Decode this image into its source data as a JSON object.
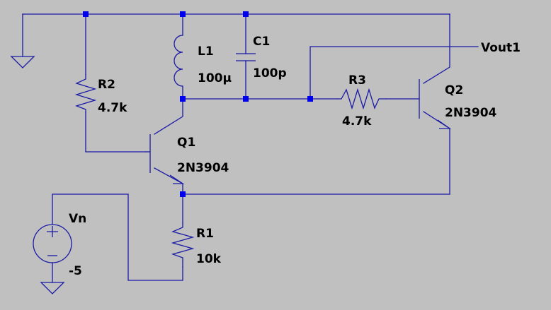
{
  "schematic": {
    "components": {
      "L1": {
        "ref": "L1",
        "value": "100µ"
      },
      "C1": {
        "ref": "C1",
        "value": "100p"
      },
      "R2": {
        "ref": "R2",
        "value": "4.7k"
      },
      "R3": {
        "ref": "R3",
        "value": "4.7k"
      },
      "R1": {
        "ref": "R1",
        "value": "10k"
      },
      "Q1": {
        "ref": "Q1",
        "value": "2N3904"
      },
      "Q2": {
        "ref": "Q2",
        "value": "2N3904"
      },
      "Vn": {
        "ref": "Vn",
        "value": "-5"
      }
    },
    "net_labels": {
      "vout": "Vout1"
    }
  },
  "colors": {
    "background": "#c0c0c0",
    "wire": "#1a1aa6",
    "junction": "#0000ee",
    "text": "#000000"
  }
}
